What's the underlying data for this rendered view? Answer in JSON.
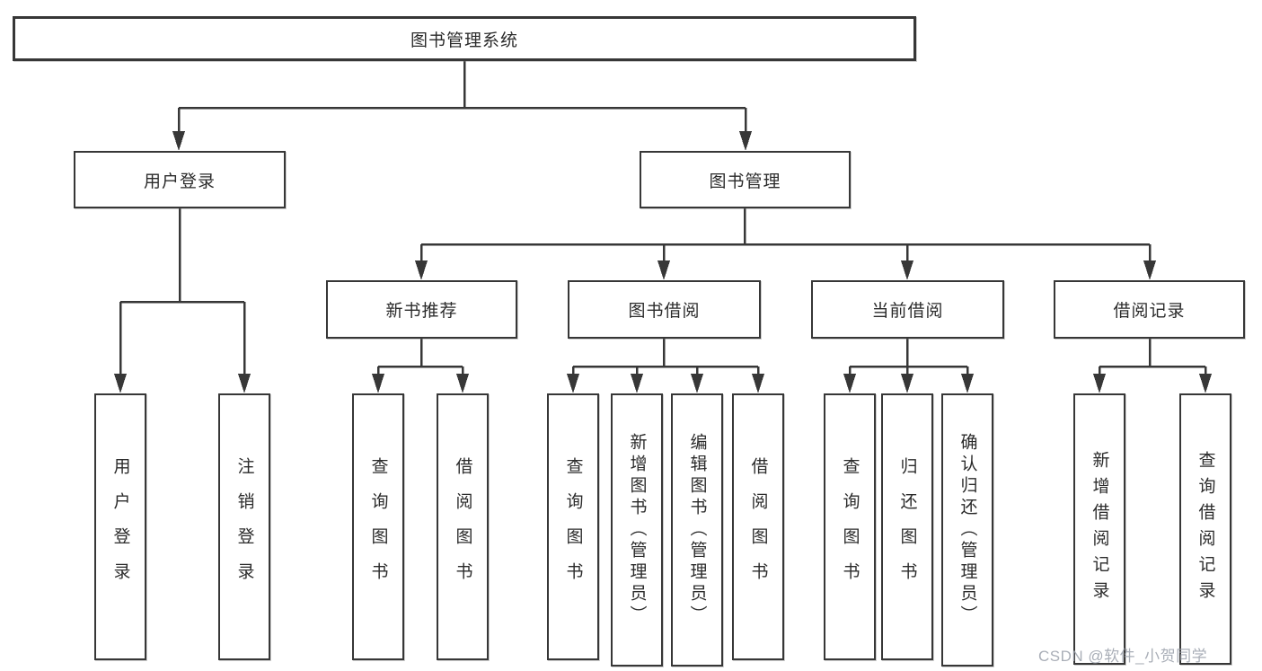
{
  "diagram": {
    "title": "图书管理系统",
    "tree": {
      "root": {
        "label": "图书管理系统"
      },
      "branches": [
        {
          "label": "用户登录",
          "children": [
            "用户登录",
            "注销登录"
          ]
        },
        {
          "label": "图书管理",
          "sections": [
            {
              "label": "新书推荐",
              "children": [
                "查询图书",
                "借阅图书"
              ]
            },
            {
              "label": "图书借阅",
              "children": [
                "查询图书",
                "新增图书（管理员）",
                "编辑图书（管理员）",
                "借阅图书"
              ]
            },
            {
              "label": "当前借阅",
              "children": [
                "查询图书",
                "归还图书",
                "确认归还（管理员）"
              ]
            },
            {
              "label": "借阅记录",
              "children": [
                "新增借阅记录",
                "查询借阅记录"
              ]
            }
          ]
        }
      ]
    }
  },
  "watermark": {
    "text": "CSDN @软件_小贺同学",
    "color": "#9ba1ab"
  },
  "colors": {
    "line": "#373737",
    "box_border": "#373737",
    "text": "#2b2b2b",
    "background": "#ffffff"
  }
}
